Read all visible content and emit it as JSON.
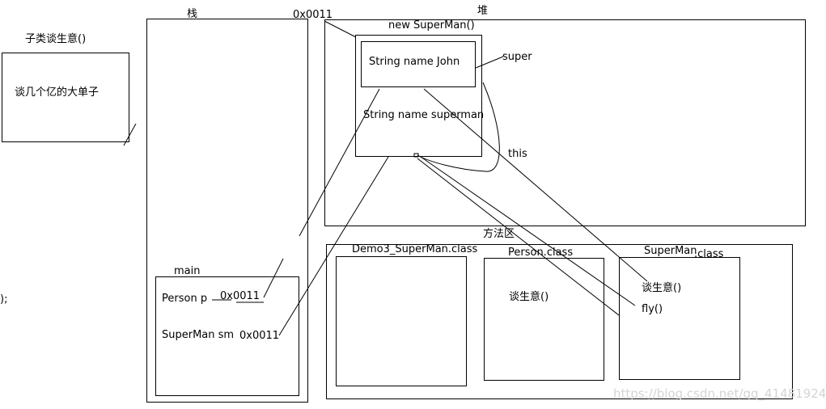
{
  "labels": {
    "subclass_title": "子类谈生意()",
    "subclass_body": "谈几个亿的大单子",
    "stack_title": "栈",
    "heap_title": "堆",
    "heap_address": "0x0011",
    "heap_object": "new SuperMan()",
    "field_john": "String name John",
    "field_superman": "String name superman",
    "super_ref": "super",
    "this_ref": "this",
    "method_area_title": "方法区",
    "demo_class": "Demo3_SuperMan.class",
    "person_class": "Person.class",
    "person_method": "谈生意()",
    "superman_class_a": "SuperMan",
    "superman_class_b": ".class",
    "superman_method1": "谈生意()",
    "superman_method2": "fly()",
    "main_frame": "main",
    "var_p": "Person p",
    "var_p_val": "0x0011",
    "var_sm": "SuperMan sm",
    "var_sm_val": "0x0011",
    "left_fragment": ");",
    "watermark": "https://blog.csdn.net/qq_41481924"
  }
}
